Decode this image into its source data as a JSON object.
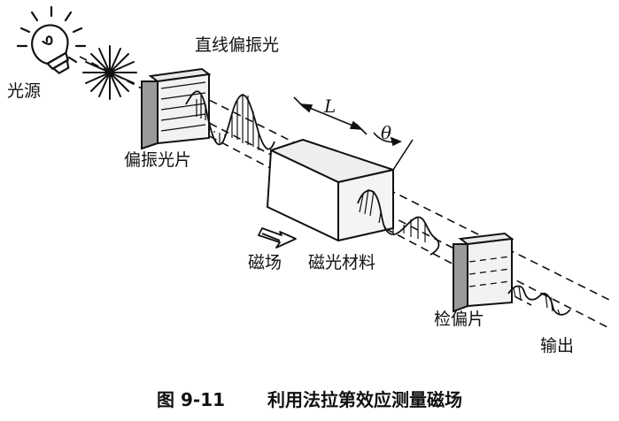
{
  "labels": {
    "light_source": "光源",
    "linear_polarized_light": "直线偏振光",
    "polarizer": "偏振光片",
    "length": "L",
    "angle": "θ",
    "magnetic_field": "磁场",
    "magneto_optic_material": "磁光材料",
    "analyzer": "检偏片",
    "output": "输出"
  },
  "caption": {
    "number": "图 9-11",
    "text": "利用法拉第效应测量磁场"
  }
}
